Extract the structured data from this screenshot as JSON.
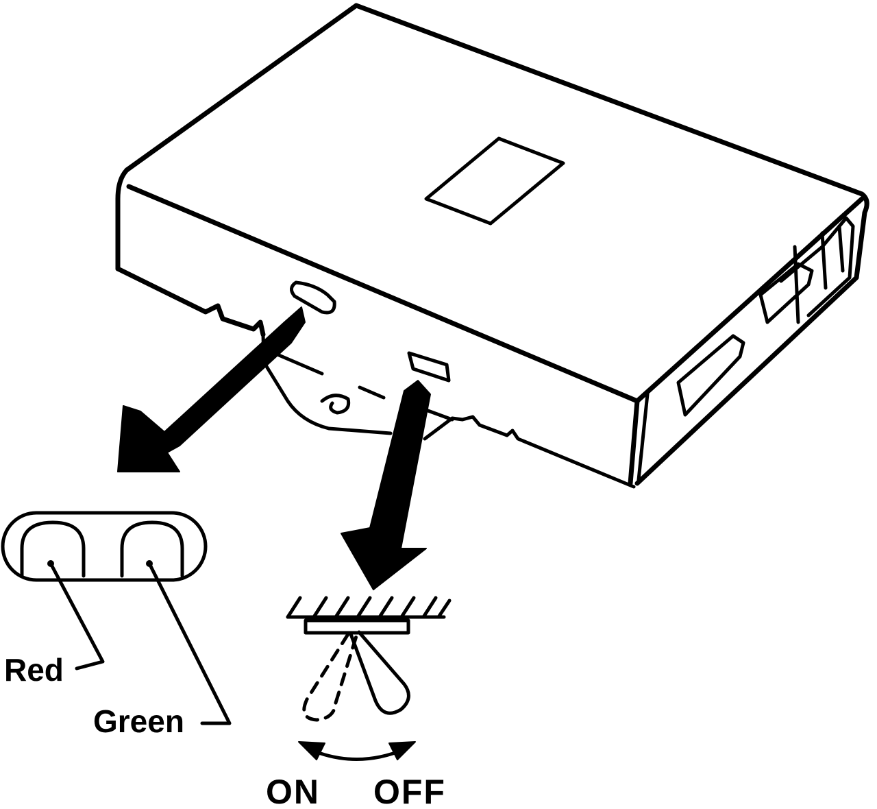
{
  "labels": {
    "red": "Red",
    "green": "Green",
    "on": "ON",
    "off": "OFF"
  },
  "colors": {
    "ink": "#000000",
    "background": "#ffffff"
  }
}
